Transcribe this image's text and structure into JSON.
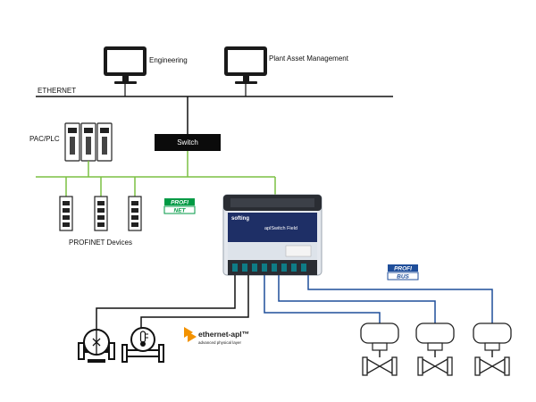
{
  "labels": {
    "engineering": "Engineering",
    "plant_asset_management": "Plant Asset Management",
    "ethernet": "ETHERNET",
    "switch": "Switch",
    "pac_plc": "PAC/PLC",
    "profinet_devices": "PROFINET Devices"
  },
  "device": {
    "brand": "softing",
    "name": "aplSwitch Field"
  },
  "logos": {
    "profinet": [
      "PROFI",
      "NET"
    ],
    "profibus": [
      "PROFI",
      "BUS"
    ],
    "ethernet_apl_title": "ethernet-apl™",
    "ethernet_apl_subtitle": "advanced physical layer"
  },
  "colors": {
    "ethernet_line": "#111111",
    "profinet_line": "#7bc043",
    "profibus_line": "#1f4e9a",
    "apl_orange": "#f39200",
    "profi_green": "#009a44",
    "profibus_blue": "#1f4e9a",
    "device_body": "#e4e8ee",
    "device_panel": "#1e2f66"
  }
}
